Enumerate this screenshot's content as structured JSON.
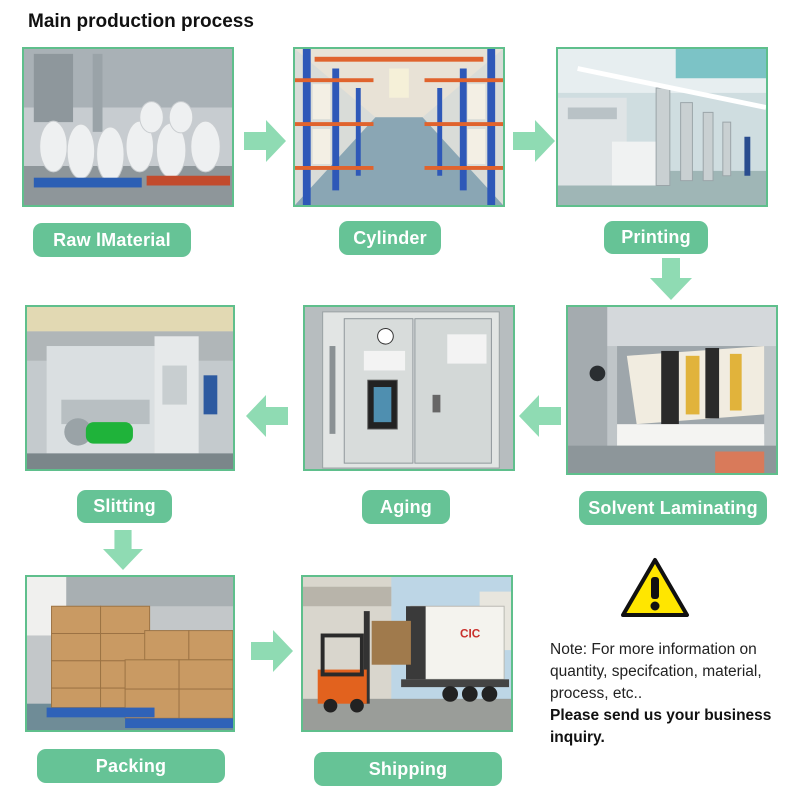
{
  "title": "Main production process",
  "steps": [
    {
      "label": "Raw lMaterial",
      "photo_icon": "pallets-of-film-rolls-photo"
    },
    {
      "label": "Cylinder",
      "photo_icon": "warehouse-racks-photo"
    },
    {
      "label": "Printing",
      "photo_icon": "printing-machine-photo"
    },
    {
      "label": "Solvent Laminating",
      "photo_icon": "laminating-machine-photo"
    },
    {
      "label": "Aging",
      "photo_icon": "aging-oven-photo"
    },
    {
      "label": "Slitting",
      "photo_icon": "slitting-machine-photo"
    },
    {
      "label": "Packing",
      "photo_icon": "cartons-on-pallets-photo"
    },
    {
      "label": "Shipping",
      "photo_icon": "forklift-container-truck-photo"
    }
  ],
  "note": {
    "text": "Note: For more information on quantity, specifcation, material, process, etc..",
    "bold": "Please send us your business inquiry."
  },
  "colors": {
    "label_bg": "#66c396",
    "border": "#5fbf8c",
    "arrow": "#8fdbb3",
    "warning_fill": "#ffe600"
  }
}
